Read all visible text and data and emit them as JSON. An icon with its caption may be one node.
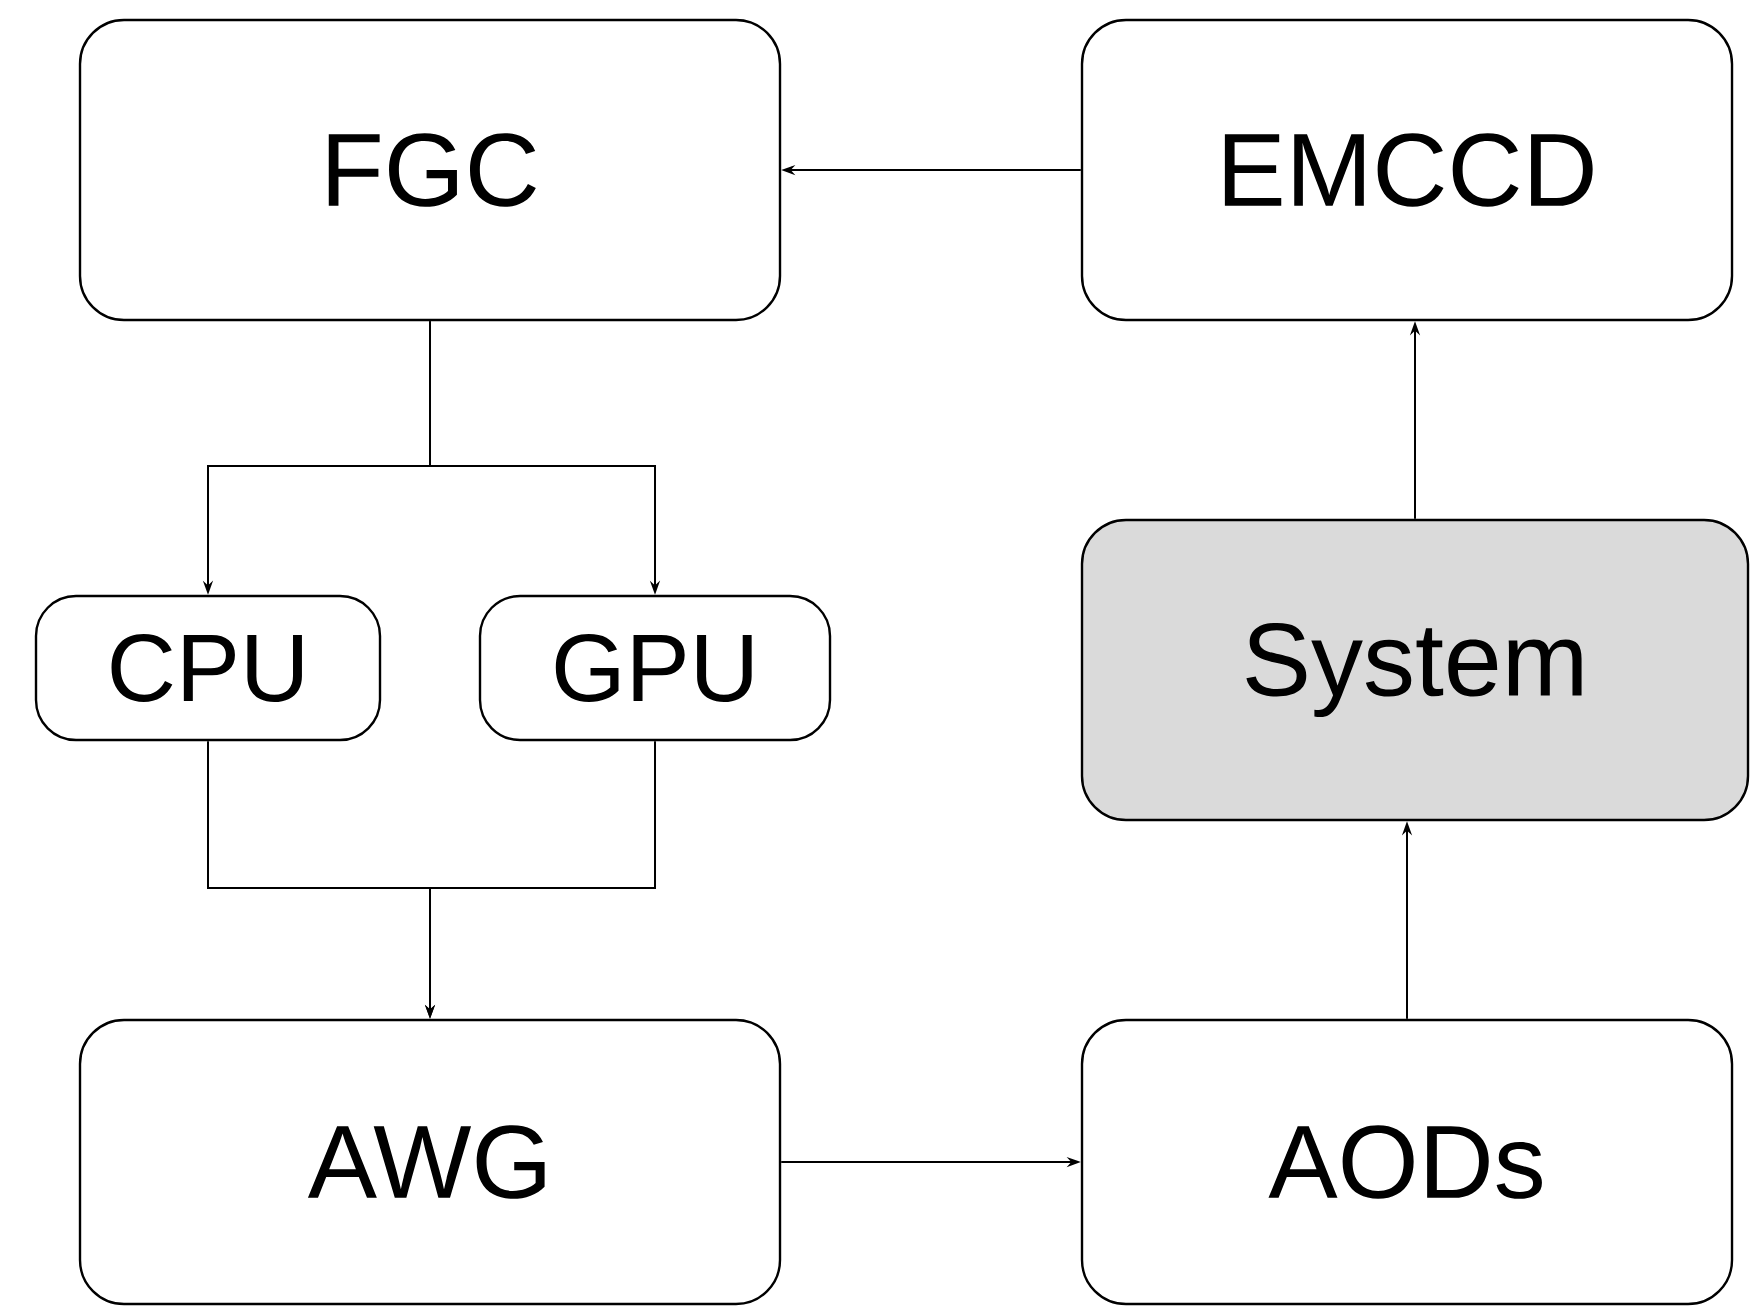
{
  "diagram": {
    "nodes": [
      {
        "text": [
          "FGC"
        ]
      },
      {
        "text": [
          "EMCCD"
        ]
      },
      {
        "text": [
          "CPU"
        ]
      },
      {
        "text": [
          "GPU"
        ]
      },
      {
        "text": [
          "System"
        ]
      },
      {
        "text": [
          "AWG"
        ]
      },
      {
        "text": [
          "AODs"
        ]
      }
    ],
    "edges": [
      {
        "from": 1,
        "to": 0,
        "arrow": "to"
      },
      {
        "from": 0,
        "to": 2,
        "arrow": "to"
      },
      {
        "from": 0,
        "to": 3,
        "arrow": "to"
      },
      {
        "from": 2,
        "to": 5,
        "arrow": "to"
      },
      {
        "from": 3,
        "to": 5,
        "arrow": "to"
      },
      {
        "from": 5,
        "to": 6,
        "arrow": "to"
      },
      {
        "from": 6,
        "to": 4,
        "arrow": "to"
      },
      {
        "from": 4,
        "to": 1,
        "arrow": "to"
      }
    ]
  }
}
